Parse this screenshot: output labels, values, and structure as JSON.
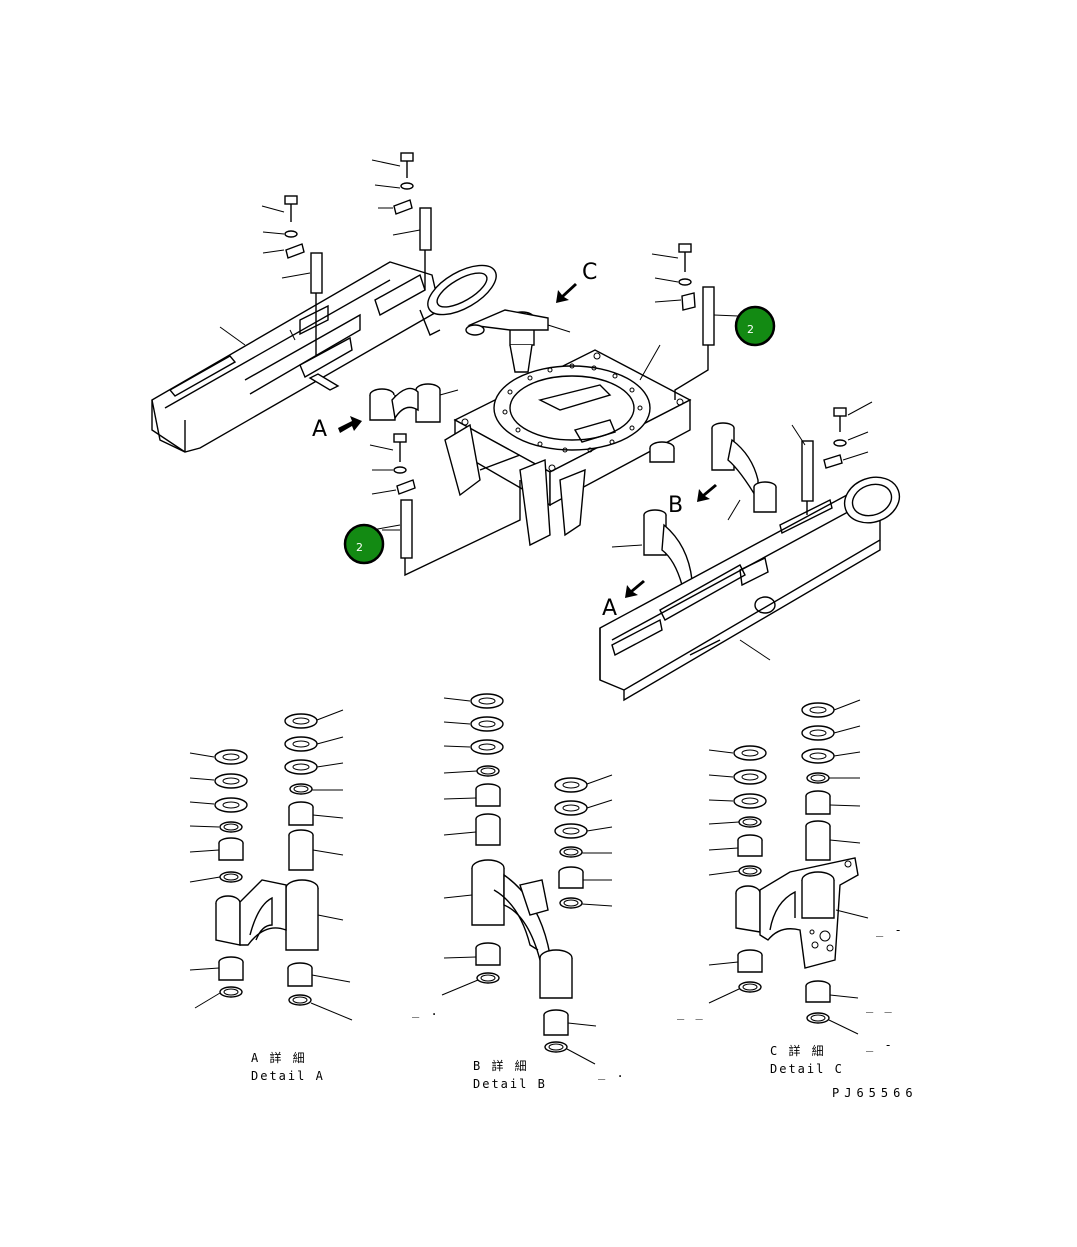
{
  "view_labels": {
    "a_left": "A",
    "a_right": "A",
    "b": "B",
    "c": "C"
  },
  "callouts": [
    {
      "label": "2",
      "color": "#138a13"
    },
    {
      "label": "2",
      "color": "#138a13"
    }
  ],
  "details": {
    "a_jp": "A 詳 細",
    "a_en": "Detail A",
    "b_jp": "B 詳 細",
    "b_en": "Detail B",
    "c_jp": "C 詳 細",
    "c_en": "Detail C"
  },
  "drawing_code": "PJ65566",
  "dash_marks": [
    "_ .",
    "_ _",
    "_ _",
    "_ -",
    "_ .",
    "_ -"
  ]
}
